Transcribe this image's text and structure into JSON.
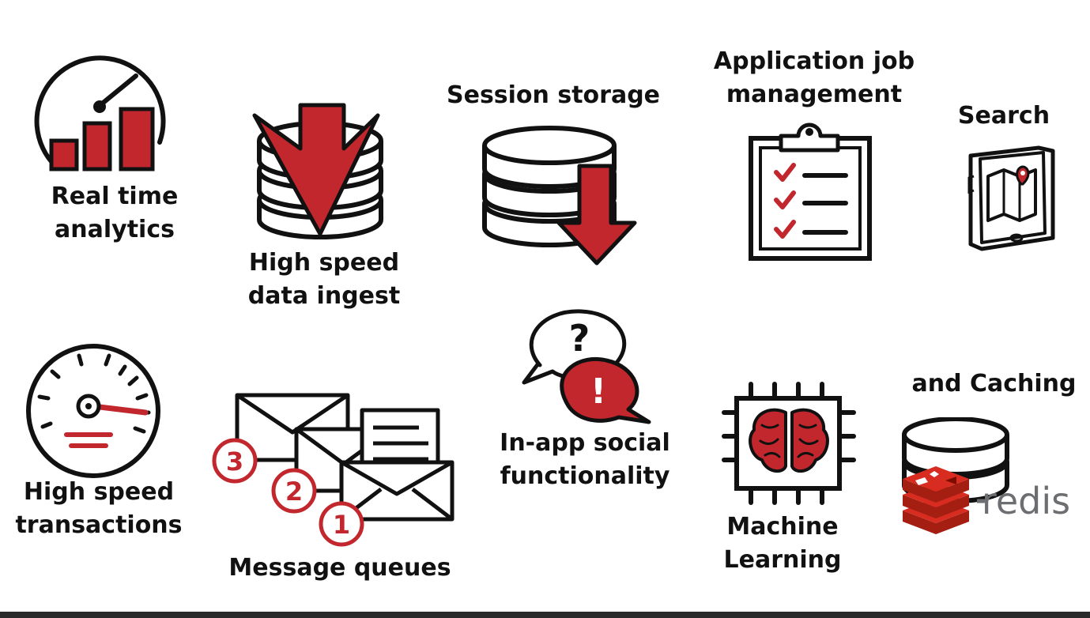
{
  "colors": {
    "accent": "#c1272d",
    "ink": "#111111",
    "paper": "#ffffff",
    "redis_gray": "#6d6e71"
  },
  "items": {
    "realtime": {
      "line1": "Real time",
      "line2": "analytics",
      "icon": "gauge-bar-chart-icon"
    },
    "ingest": {
      "line1": "High speed",
      "line2": "data ingest",
      "icon": "database-down-arrow-icon"
    },
    "session": {
      "line1": "Session storage",
      "icon": "database-storage-icon"
    },
    "jobs": {
      "line1": "Application job",
      "line2": "management",
      "icon": "clipboard-checklist-icon"
    },
    "search": {
      "line1": "Search",
      "icon": "tablet-map-icon"
    },
    "transactions": {
      "line1": "High speed",
      "line2": "transactions",
      "icon": "speedometer-icon"
    },
    "queues": {
      "line1": "Message queues",
      "icon": "envelopes-queue-icon",
      "badges": [
        "3",
        "2",
        "1"
      ]
    },
    "social": {
      "line1": "In-app social",
      "line2": "functionality",
      "icon": "speech-bubbles-icon",
      "bubble_marks": [
        "?",
        "!"
      ]
    },
    "ml": {
      "line1": "Machine",
      "line2": "Learning",
      "icon": "brain-chip-icon"
    },
    "caching": {
      "line1": "and Caching",
      "icon": "redis-database-icon",
      "brand": "redis"
    }
  }
}
